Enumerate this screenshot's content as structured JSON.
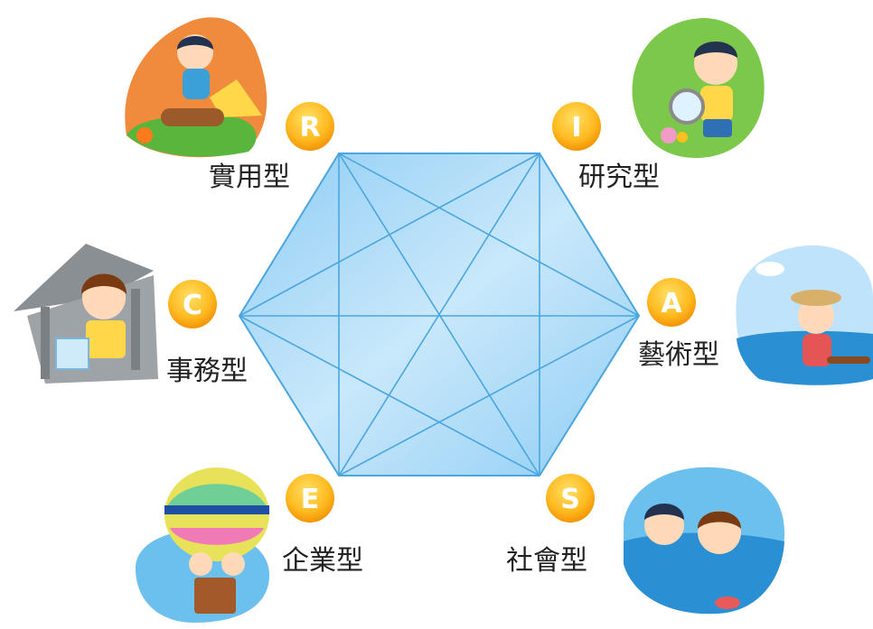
{
  "diagram": {
    "colors": {
      "hexagon_fill": "#a9d8f6",
      "hexagon_stroke": "#4aa6e0",
      "badge_outer": "#f5a300",
      "badge_inner": "#ffcc33",
      "label": "#222222"
    },
    "types": [
      {
        "letter": "R",
        "label": "實用型",
        "icon": "camping-illustration"
      },
      {
        "letter": "I",
        "label": "研究型",
        "icon": "magnifying-glass-illustration"
      },
      {
        "letter": "A",
        "label": "藝術型",
        "icon": "ukulele-beach-illustration"
      },
      {
        "letter": "S",
        "label": "社會型",
        "icon": "swimming-friends-illustration"
      },
      {
        "letter": "E",
        "label": "企業型",
        "icon": "hot-air-balloon-illustration"
      },
      {
        "letter": "C",
        "label": "事務型",
        "icon": "office-building-illustration"
      }
    ]
  }
}
